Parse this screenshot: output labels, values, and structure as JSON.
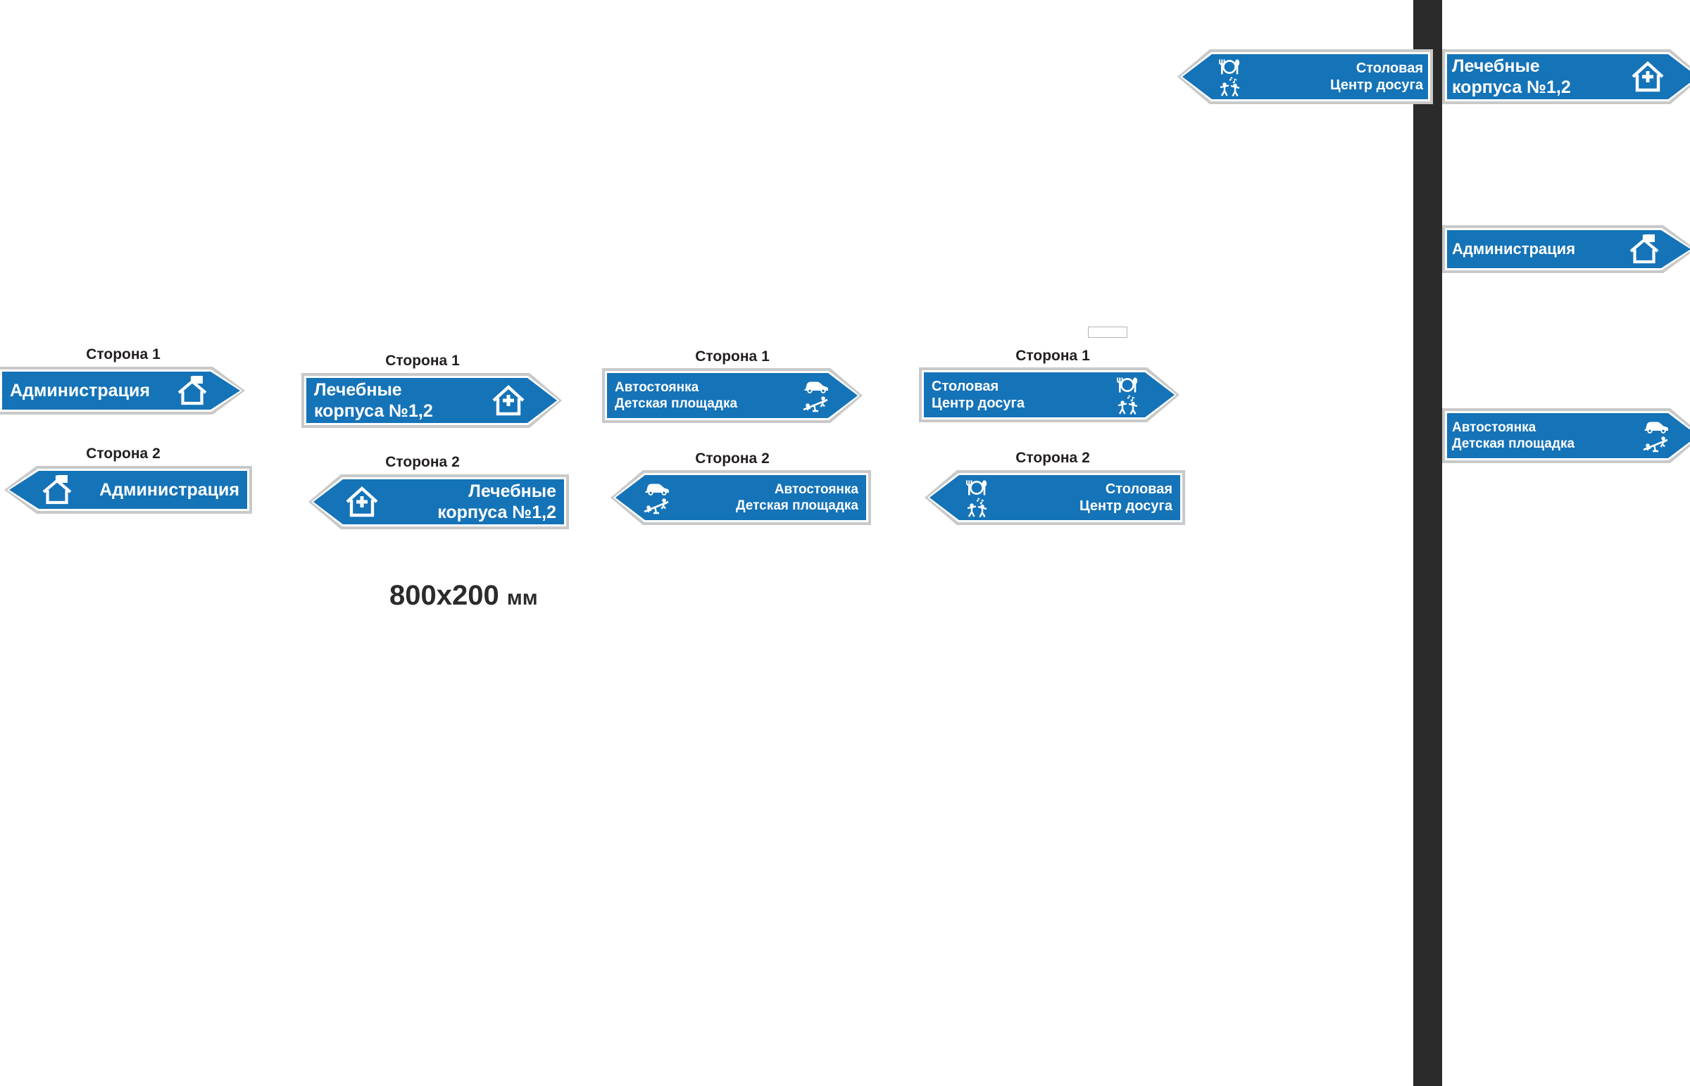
{
  "page": {
    "background": "#ffffff",
    "sign_blue": "#1573b8",
    "sign_border": "#c9c9c9",
    "text_dark": "#231f20",
    "pole_color": "#2b2b2b"
  },
  "dimension_note": {
    "value": "800x200",
    "unit": "мм"
  },
  "side_labels": {
    "side1": "Сторона 1",
    "side2": "Сторона 2"
  },
  "sign_groups": [
    {
      "id": "administration",
      "side1_caption": "Сторона 1",
      "side2_caption": "Сторона 2",
      "lines": [
        "Администрация"
      ],
      "icons": [
        "house-flag-icon"
      ]
    },
    {
      "id": "medical-buildings",
      "side1_caption": "Сторона 1",
      "side2_caption": "Сторона 2",
      "lines": [
        "Лечебные",
        "корпуса №1,2"
      ],
      "icons": [
        "house-cross-icon"
      ]
    },
    {
      "id": "parking-playground",
      "side1_caption": "Сторона 1",
      "side2_caption": "Сторона 2",
      "lines": [
        "Автостоянка",
        "Детская площадка"
      ],
      "icons": [
        "car-icon",
        "playground-seesaw-icon"
      ]
    },
    {
      "id": "canteen-leisure",
      "side1_caption": "Сторона 1",
      "side2_caption": "Сторона 2",
      "lines": [
        "Столовая",
        "Центр досуга"
      ],
      "icons": [
        "cutlery-plate-icon",
        "dancing-people-icon"
      ]
    }
  ],
  "pole_signs": [
    {
      "id": "pole-canteen-leisure-left",
      "direction": "left",
      "lines": [
        "Столовая",
        "Центр досуга"
      ],
      "icons": [
        "cutlery-plate-icon",
        "dancing-people-icon"
      ]
    },
    {
      "id": "pole-medical-right",
      "direction": "right",
      "lines": [
        "Лечебные",
        "корпуса №1,2"
      ],
      "icons": [
        "house-cross-icon"
      ]
    },
    {
      "id": "pole-administration-right",
      "direction": "right",
      "lines": [
        "Администрация"
      ],
      "icons": [
        "house-flag-icon"
      ]
    },
    {
      "id": "pole-parking-right",
      "direction": "right",
      "lines": [
        "Автостоянка",
        "Детская площадка"
      ],
      "icons": [
        "car-icon",
        "playground-seesaw-icon"
      ]
    }
  ]
}
